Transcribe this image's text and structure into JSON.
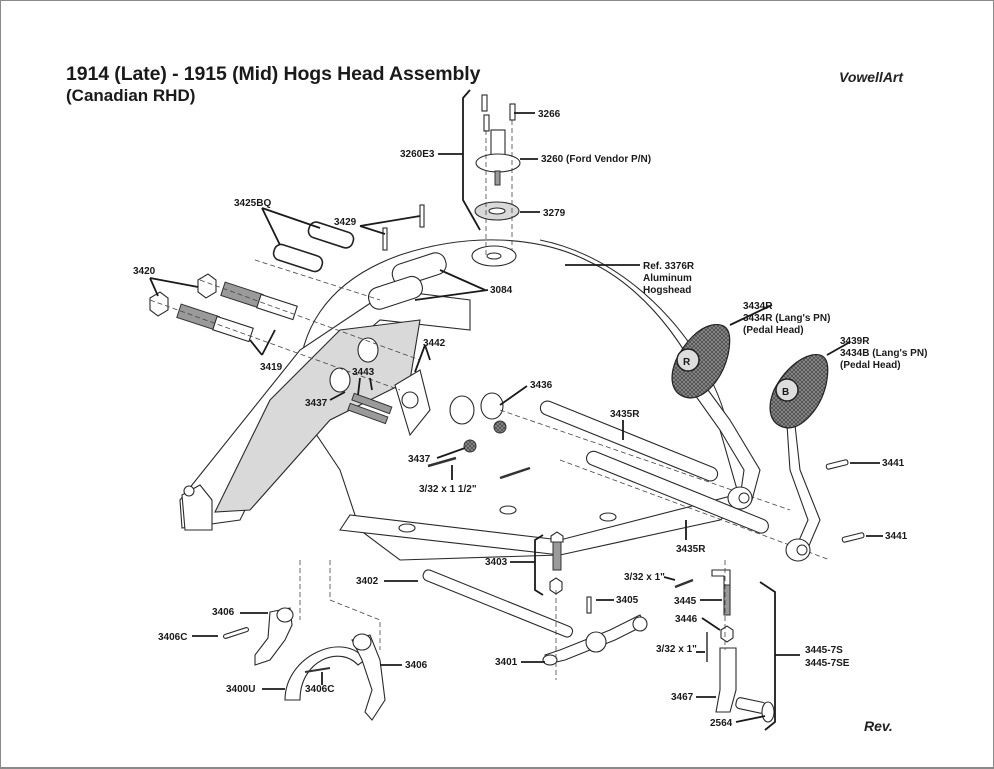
{
  "header": {
    "title": "1914 (Late) - 1915 (Mid) Hogs Head Assembly",
    "subtitle": "(Canadian RHD)",
    "brand": "VowellArt",
    "revision_label": "Rev."
  },
  "callouts": {
    "p3266": "3266",
    "p3260E3": "3260E3",
    "p3260": "3260 (Ford Vendor P/N)",
    "p3279": "3279",
    "p3425BQ": "3425BQ",
    "p3429": "3429",
    "p3420": "3420",
    "p3084": "3084",
    "ref3376R": [
      "Ref. 3376R",
      "Aluminum",
      "Hogshead"
    ],
    "p3434R": [
      "3434R",
      "3434R (Lang's PN)",
      "(Pedal Head)"
    ],
    "p3439R": [
      "3439R",
      "3434B (Lang's PN)",
      "(Pedal Head)"
    ],
    "p3419": "3419",
    "p3442": "3442",
    "p3443": "3443",
    "p3437_upper": "3437",
    "p3436": "3436",
    "p3435R_upper": "3435R",
    "p3437_lower": "3437",
    "pin_3_32x1_5": "3/32 x 1 1/2\"",
    "p3441_upper": "3441",
    "p3441_lower": "3441",
    "p3435R_lower": "3435R",
    "p3403": "3403",
    "p3402": "3402",
    "pin_3_32x1_a": "3/32 x 1\"",
    "p3445": "3445",
    "p3405": "3405",
    "p3446": "3446",
    "pin_3_32x1_b": "3/32 x 1\"",
    "p3445_7S": [
      "3445-7S",
      "3445-7SE"
    ],
    "p3406_left": "3406",
    "p3406C_left": "3406C",
    "p3406_right": "3406",
    "p3400U": "3400U",
    "p3406C_center": "3406C",
    "p3401": "3401",
    "p3467": "3467",
    "p2564": "2564"
  },
  "pedal_emblems": {
    "reverse_pedal": "R",
    "brake_pedal": "B"
  }
}
